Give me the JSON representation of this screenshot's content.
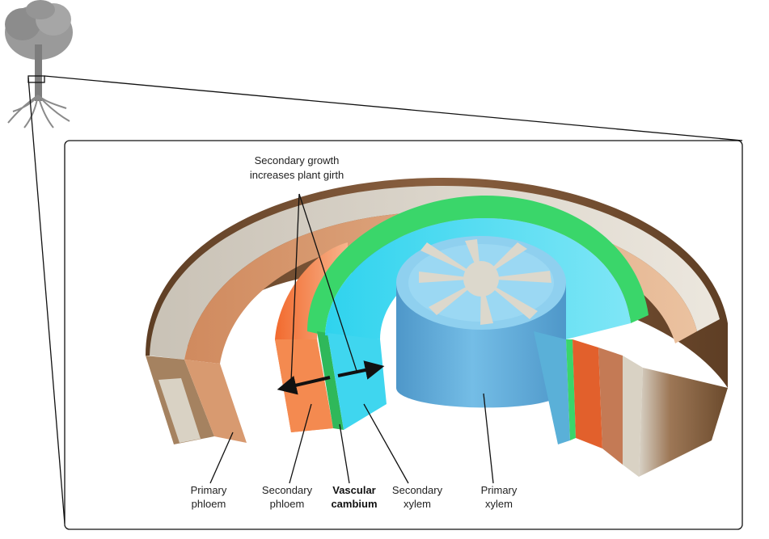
{
  "annotation": {
    "line1": "Secondary growth",
    "line2": "increases plant girth"
  },
  "labels": {
    "primary_phloem": {
      "line1": "Primary",
      "line2": "phloem"
    },
    "secondary_phloem": {
      "line1": "Secondary",
      "line2": "phloem"
    },
    "vascular_cambium": {
      "line1": "Vascular",
      "line2": "cambium"
    },
    "secondary_xylem": {
      "line1": "Secondary",
      "line2": "xylem"
    },
    "primary_xylem": {
      "line1": "Primary",
      "line2": "xylem"
    }
  },
  "colors": {
    "bark": "#7a5333",
    "cortex": "#e8e2d8",
    "primary_phloem": "#d9a27c",
    "secondary_phloem": "#f08a52",
    "vascular_cambium": "#3ad66a",
    "secondary_xylem": "#3fd6ef",
    "primary_xylem": "#5aa9d8",
    "pith": "#dcd8cc"
  }
}
